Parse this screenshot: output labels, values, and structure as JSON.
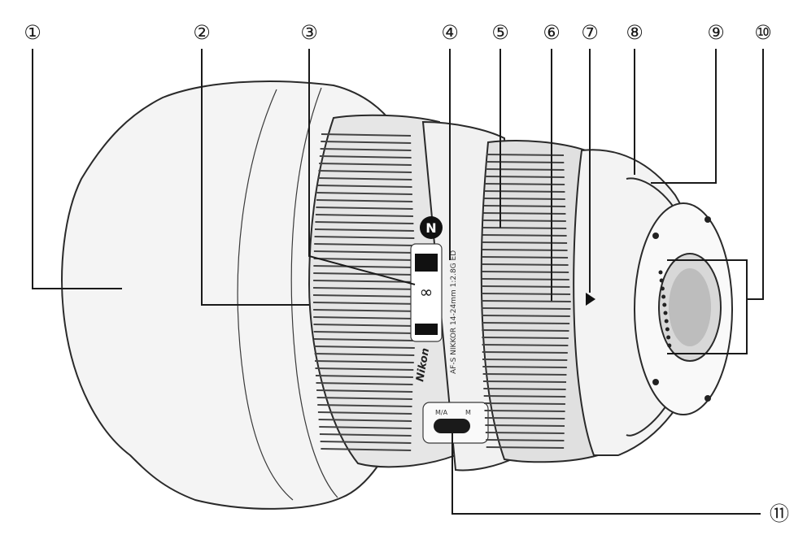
{
  "diagram": {
    "callouts": [
      {
        "id": "1",
        "label": "①"
      },
      {
        "id": "2",
        "label": "②"
      },
      {
        "id": "3",
        "label": "③"
      },
      {
        "id": "4",
        "label": "④"
      },
      {
        "id": "5",
        "label": "⑤"
      },
      {
        "id": "6",
        "label": "⑥"
      },
      {
        "id": "7",
        "label": "⑦"
      },
      {
        "id": "8",
        "label": "⑧"
      },
      {
        "id": "9",
        "label": "⑨"
      },
      {
        "id": "10",
        "label": "⑩"
      },
      {
        "id": "11",
        "label": "⑪"
      }
    ],
    "lens_markings": {
      "brand": "Nikon",
      "focal_text": "14-24mm 1:2.8",
      "model_text": "AF-S NIKKOR 14-24mm 1:2.8G ED",
      "infinity": "∞",
      "switch_left": "M/A",
      "switch_right": "M"
    }
  }
}
